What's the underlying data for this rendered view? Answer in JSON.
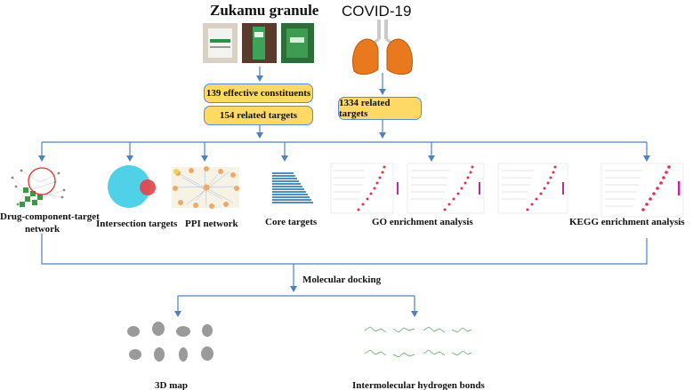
{
  "header": {
    "drug_title": "Zukamu granule",
    "disease_title": "COVID-19"
  },
  "boxes": {
    "constituents": "139 effective constituents",
    "drug_targets": "154 related targets",
    "disease_targets": "1334 related targets"
  },
  "analyses": {
    "drug_network_line1": "Drug-component-target",
    "drug_network_line2": "network",
    "intersection": "Intersection targets",
    "ppi": "PPI network",
    "core": "Core targets",
    "go": "GO enrichment  analysis",
    "kegg": "KEGG  enrichment  analysis"
  },
  "docking": {
    "title": "Molecular docking",
    "map3d": "3D map",
    "hbonds": "Intermolecular  hydrogen  bonds"
  },
  "colors": {
    "arrow": "#4f81bd",
    "box_fill": "#ffd965",
    "lung": "#e8791e",
    "venn_blue": "#4fd2e8",
    "venn_red": "#e8424a",
    "bar": "#4c8fbd"
  }
}
